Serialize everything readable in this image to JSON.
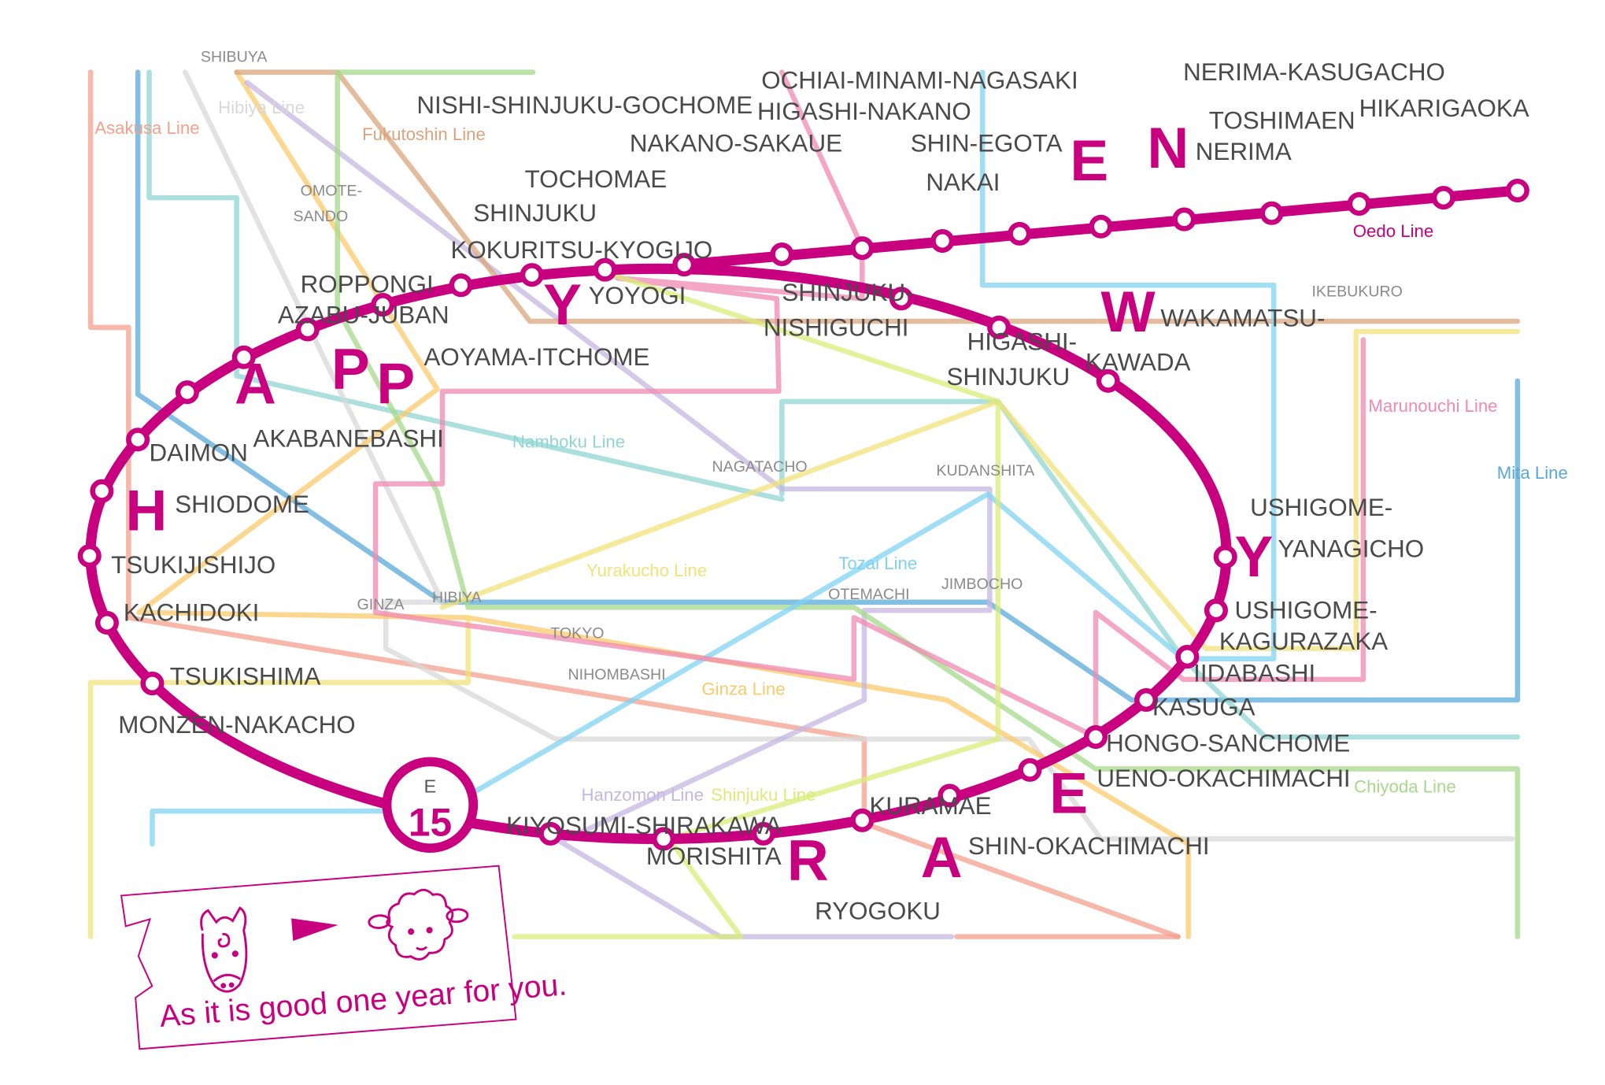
{
  "colors": {
    "oedo": "#c8007f",
    "asakusa": "#f4a08c",
    "mita": "#5aa9d8",
    "namboku": "#8fd6d3",
    "hibiya": "#d8d8d8",
    "ginza": "#fbc96b",
    "hanzomon": "#c6b7e0",
    "fukutoshin": "#d9a47c",
    "chiyoda": "#a6d98a",
    "yurakucho": "#f2e27a",
    "tozai": "#7fd3f0",
    "marunouchi": "#f08ab0",
    "shinjuku": "#d9ec7a"
  },
  "line_labels": [
    "Asakusa Line",
    "Hibiya Line",
    "Fukutoshin Line",
    "Namboku Line",
    "Yurakucho Line",
    "Tozai Line",
    "Ginza Line",
    "Hanzomon Line",
    "Shinjuku Line",
    "Chiyoda Line",
    "Marunouchi Line",
    "Mita Line",
    "Oedo Line"
  ],
  "stations": [
    "NISHI-SHINJUKU-GOCHOME",
    "TOCHOMAE",
    "SHINJUKU",
    "NAKANO-SAKAUE",
    "HIGASHI-NAKANO",
    "OCHIAI-MINAMI-NAGASAKI",
    "NAKAI",
    "SHIN-EGOTA",
    "NERIMA",
    "NERIMA-KASUGACHO",
    "TOSHIMAEN",
    "HIKARIGAOKA",
    "SHINJUKU-",
    "NISHIGUCHI",
    "HIGASHI-",
    "SHINJUKU",
    "WAKAMATSU-",
    "KAWADA",
    "USHIGOME-",
    "YANAGICHO",
    "USHIGOME-",
    "KAGURAZAKA",
    "IIDABASHI",
    "KASUGA",
    "HONGO-SANCHOME",
    "UENO-OKACHIMACHI",
    "SHIN-OKACHIMACHI",
    "KURAMAE",
    "RYOGOKU",
    "MORISHITA",
    "KIYOSUMI-SHIRAKAWA",
    "MONZEN-NAKACHO",
    "TSUKISHIMA",
    "KACHIDOKI",
    "TSUKIJISHIJO",
    "SHIODOME",
    "DAIMON",
    "AKABANEBASHI",
    "AZABU-JUBAN",
    "ROPPONGI",
    "AOYAMA-ITCHOME",
    "KOKURITSU-KYOGIJO",
    "YOYOGI"
  ],
  "minor_stations": [
    "SHIBUYA",
    "OMOTE-",
    "SANDO",
    "NAGATACHO",
    "KUDANSHITA",
    "HIBIYA",
    "GINZA",
    "TOKYO",
    "OTEMACHI",
    "JIMBOCHO",
    "NIHOMBASHI",
    "IKEBUKURO"
  ],
  "greeting_letters": [
    "H",
    "A",
    "P",
    "P",
    "Y",
    "N",
    "E",
    "W",
    "Y",
    "E",
    "A",
    "R"
  ],
  "badge": {
    "line": "E",
    "number": "15"
  },
  "card": {
    "message": "As it is good one year for you."
  }
}
